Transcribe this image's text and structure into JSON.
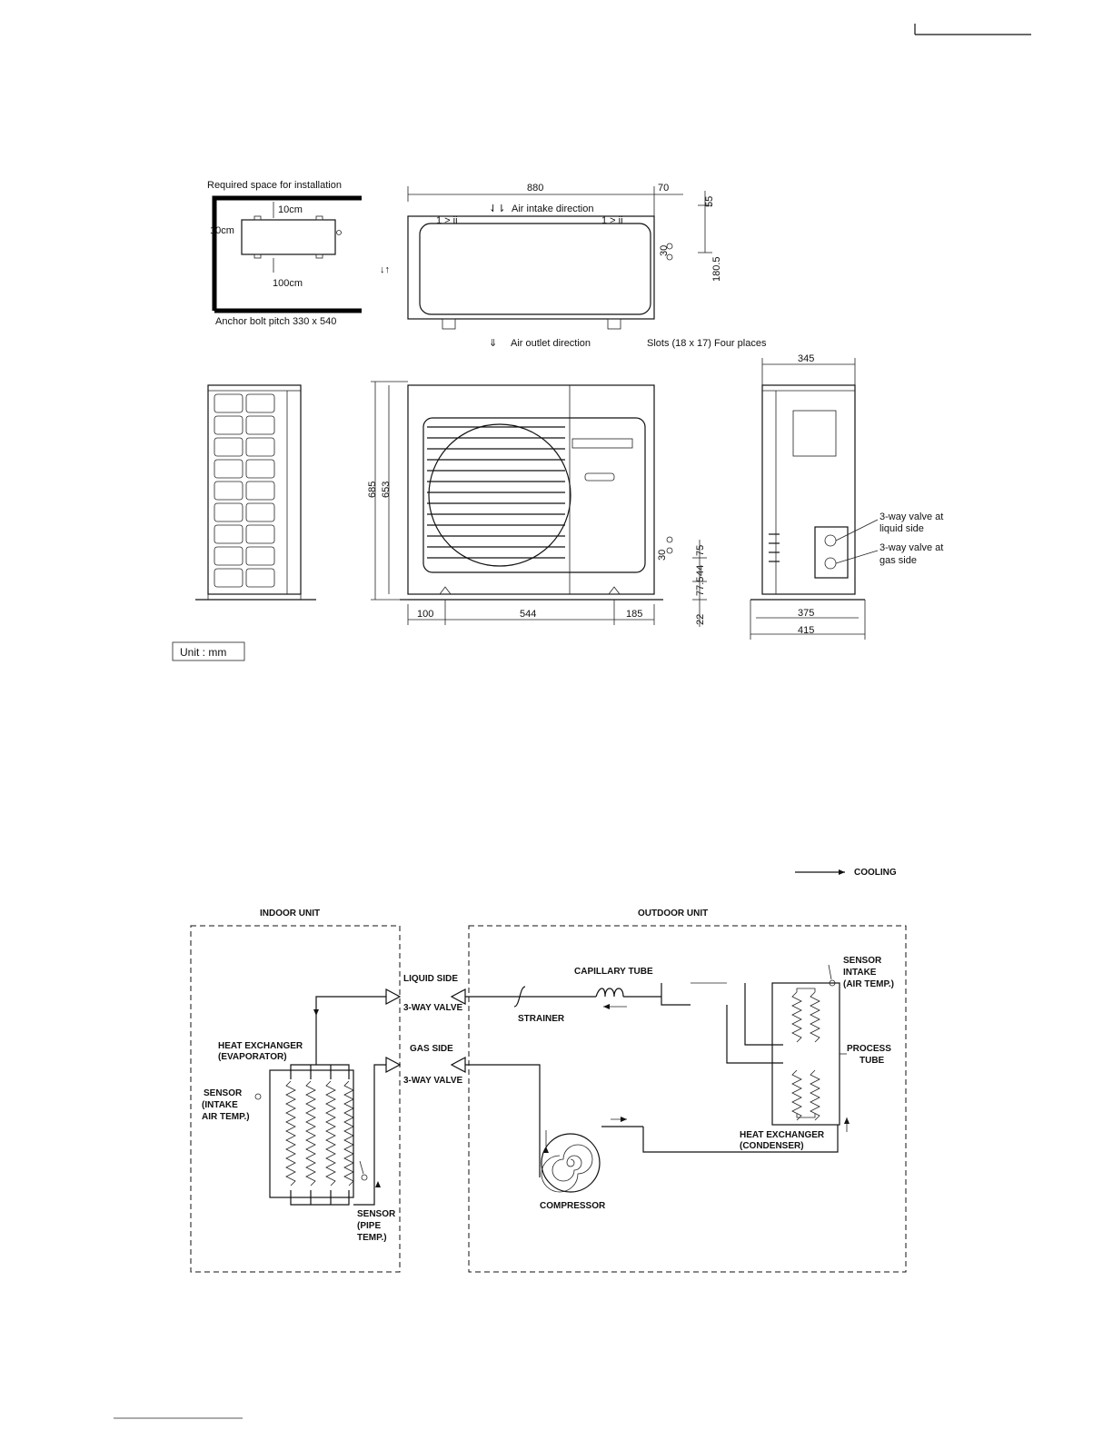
{
  "install": {
    "title": "Required space for installation",
    "top_clearance": "10cm",
    "left_clearance": "10cm",
    "front_clearance": "100cm",
    "anchor": "Anchor bolt pitch 330 x 540"
  },
  "top_view": {
    "width": "880",
    "offset": "70",
    "intake": "Air intake direction",
    "outlet": "Air outlet direction",
    "slots": "Slots (18 x 17) Four places",
    "depth": "180.5",
    "dim_small": "55",
    "mark_left": "1 > ii",
    "mark_right": "1 > ii",
    "side_mark": "↓↑",
    "valve_dim": "30"
  },
  "front_view": {
    "height_outer": "685",
    "height_inner": "653",
    "dim_left": "100",
    "dim_mid": "544",
    "dim_right": "185",
    "dim_base": "22",
    "dim_v1": "75",
    "dim_v2": "44",
    "dim_v3": "77.5",
    "valve_label": "30"
  },
  "side_view": {
    "top_width": "345",
    "base_inner": "375",
    "base_outer": "415",
    "valve_liquid": [
      "3-way valve at",
      "liquid side"
    ],
    "valve_gas": [
      "3-way valve at",
      "gas side"
    ]
  },
  "unit_label": "Unit : mm",
  "refrigerant": {
    "legend": "COOLING",
    "indoor_title": "INDOOR UNIT",
    "outdoor_title": "OUTDOOR UNIT",
    "liquid_side": "LIQUID SIDE",
    "gas_side": "GAS SIDE",
    "valve_liquid": "3-WAY VALVE",
    "valve_gas": "3-WAY VALVE",
    "capillary": "CAPILLARY TUBE",
    "strainer": "STRAINER",
    "heat_exchanger_in": [
      "HEAT EXCHANGER",
      "(EVAPORATOR)"
    ],
    "sensor_intake_in": [
      "SENSOR",
      "(INTAKE",
      "AIR TEMP.)"
    ],
    "sensor_pipe": [
      "SENSOR",
      "(PIPE",
      "TEMP.)"
    ],
    "sensor_intake_out": [
      "SENSOR",
      "INTAKE",
      "(AIR TEMP.)"
    ],
    "process_tube": [
      "PROCESS",
      "TUBE"
    ],
    "heat_exchanger_out": [
      "HEAT EXCHANGER",
      "(CONDENSER)"
    ],
    "compressor": "COMPRESSOR"
  }
}
